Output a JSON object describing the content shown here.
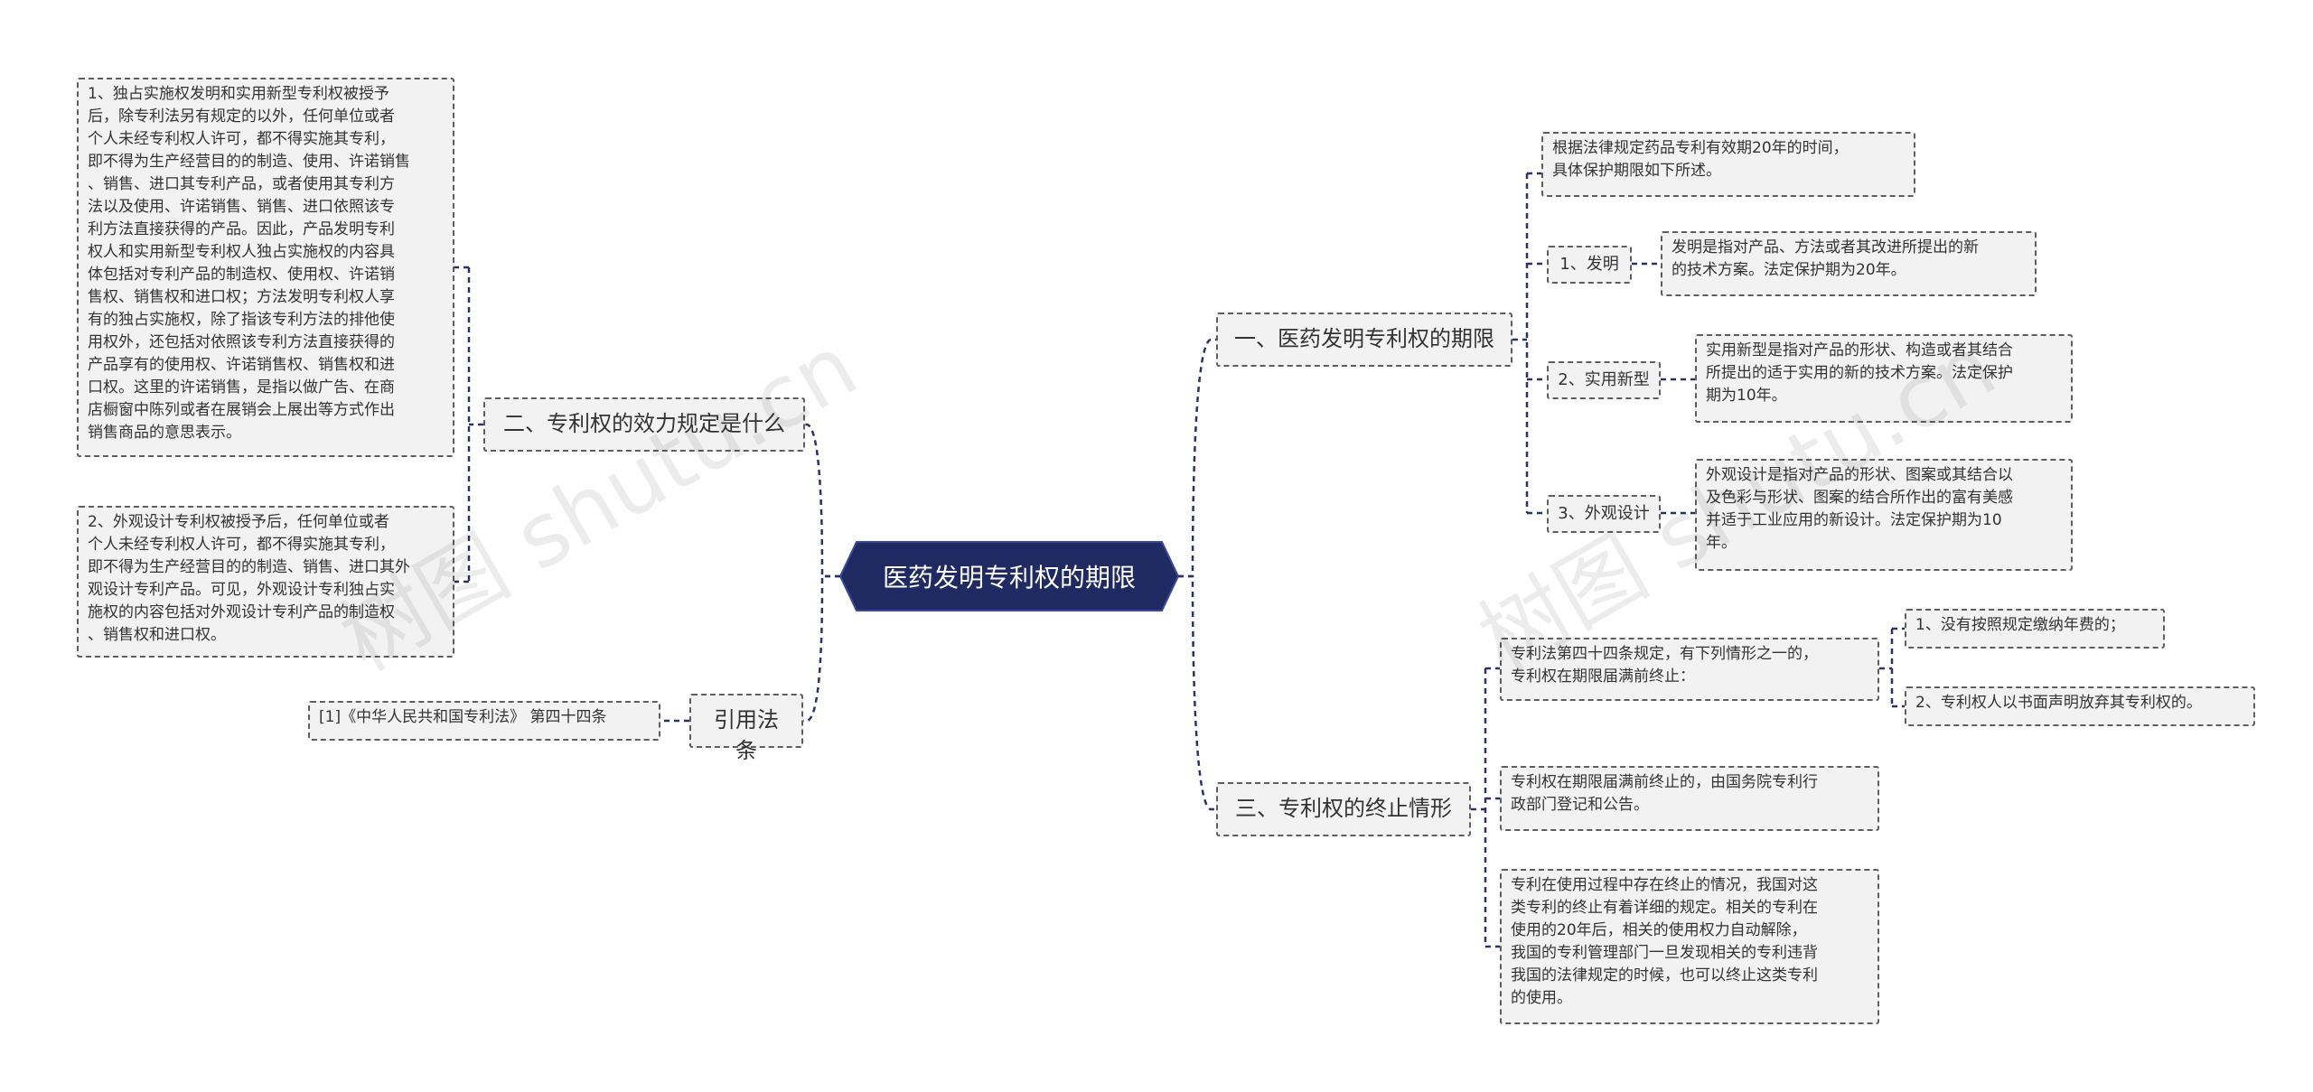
{
  "root": {
    "label": "医药发明专利权的期限",
    "color": "#1f2a63"
  },
  "watermark": "树图 shutu.cn",
  "colors": {
    "line": "#2b3366",
    "node_fill": "#f2f2f2",
    "node_border": "#5e5e5e"
  },
  "branches": {
    "validity": {
      "label": "一、医药发明专利权的期限",
      "intro": "根据法律规定药品专利有效期20年的时间，\n具体保护期限如下所述。",
      "invention": {
        "label": "1、发明",
        "text": "发明是指对产品、方法或者其改进所提出的新\n的技术方案。法定保护期为20年。"
      },
      "utility": {
        "label": "2、实用新型",
        "text": "实用新型是指对产品的形状、构造或者其结合\n所提出的适于实用的新的技术方案。法定保护\n期为10年。"
      },
      "design": {
        "label": "3、外观设计",
        "text": "外观设计是指对产品的形状、图案或其结合以\n及色彩与形状、图案的结合所作出的富有美感\n并适于工业应用的新设计。法定保护期为10\n年。"
      }
    },
    "termination": {
      "label": "三、专利权的终止情形",
      "rule": {
        "text": "专利法第四十四条规定，有下列情形之一的，\n专利权在期限届满前终止：",
        "items": [
          "1、没有按照规定缴纳年费的；",
          "2、专利权人以书面声明放弃其专利权的。"
        ]
      },
      "announce": "专利权在期限届满前终止的，由国务院专利行\n政部门登记和公告。",
      "detail": "专利在使用过程中存在终止的情况，我国对这\n类专利的终止有着详细的规定。相关的专利在\n使用的20年后，相关的使用权力自动解除，\n我国的专利管理部门一旦发现相关的专利违背\n我国的法律规定的时候，也可以终止这类专利\n的使用。"
    },
    "effect": {
      "label": "二、专利权的效力规定是什么",
      "item1": "1、独占实施权发明和实用新型专利权被授予\n后，除专利法另有规定的以外，任何单位或者\n个人未经专利权人许可，都不得实施其专利，\n即不得为生产经营目的的制造、使用、许诺销售\n、销售、进口其专利产品，或者使用其专利方\n法以及使用、许诺销售、销售、进口依照该专\n利方法直接获得的产品。因此，产品发明专利\n权人和实用新型专利权人独占实施权的内容具\n体包括对专利产品的制造权、使用权、许诺销\n售权、销售权和进口权；方法发明专利权人享\n有的独占实施权，除了指该专利方法的排他使\n用权外，还包括对依照该专利方法直接获得的\n产品享有的使用权、许诺销售权、销售权和进\n口权。这里的许诺销售，是指以做广告、在商\n店橱窗中陈列或者在展销会上展出等方式作出\n销售商品的意思表示。",
      "item2": "2、外观设计专利权被授予后，任何单位或者\n个人未经专利权人许可，都不得实施其专利，\n即不得为生产经营目的的制造、销售、进口其外\n观设计专利产品。可见，外观设计专利独占实\n施权的内容包括对外观设计专利产品的制造权\n、销售权和进口权。"
    },
    "citation": {
      "label": "引用法条",
      "text": "[1]《中华人民共和国专利法》 第四十四条"
    }
  }
}
